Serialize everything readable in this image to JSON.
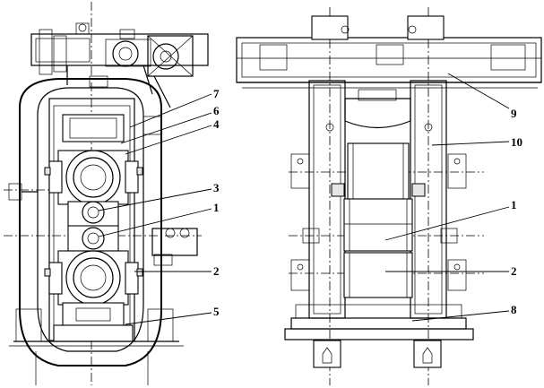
{
  "left_view": {
    "callouts": [
      {
        "id": "7",
        "label": "7"
      },
      {
        "id": "6",
        "label": "6"
      },
      {
        "id": "4",
        "label": "4"
      },
      {
        "id": "3",
        "label": "3"
      },
      {
        "id": "1",
        "label": "1"
      },
      {
        "id": "2",
        "label": "2"
      },
      {
        "id": "5",
        "label": "5"
      }
    ]
  },
  "right_view": {
    "callouts": [
      {
        "id": "9",
        "label": "9"
      },
      {
        "id": "10",
        "label": "10"
      },
      {
        "id": "1",
        "label": "1"
      },
      {
        "id": "2",
        "label": "2"
      },
      {
        "id": "8",
        "label": "8"
      }
    ]
  }
}
